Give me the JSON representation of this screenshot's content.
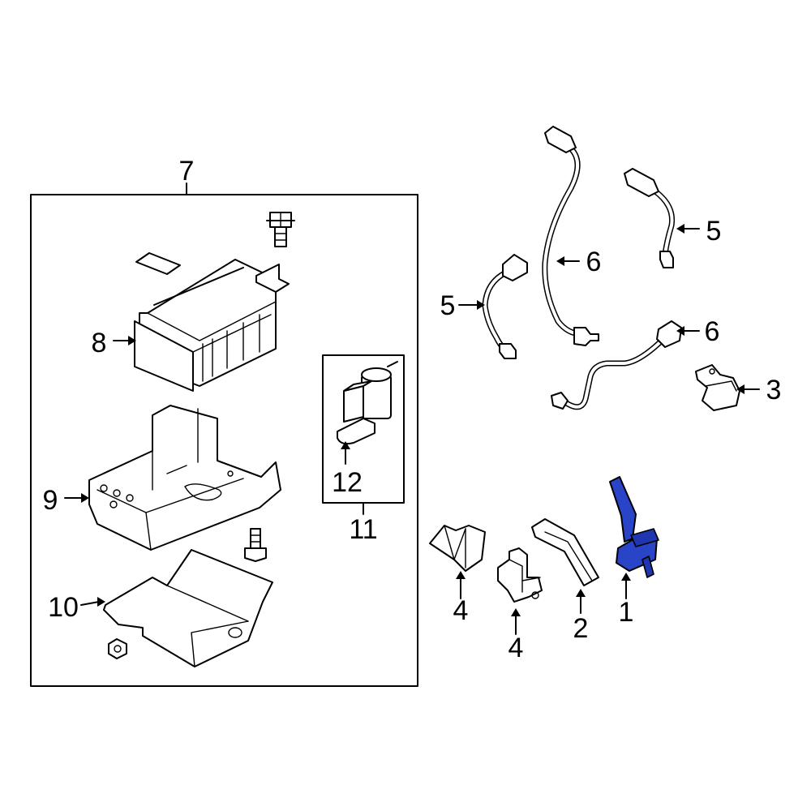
{
  "callouts": {
    "c1": "1",
    "c2": "2",
    "c3": "3",
    "c4a": "4",
    "c4b": "4",
    "c5a": "5",
    "c5b": "5",
    "c6a": "6",
    "c6b": "6",
    "c7": "7",
    "c8": "8",
    "c9": "9",
    "c10": "10",
    "c11": "11",
    "c12": "12"
  },
  "colors": {
    "highlight": "#2a44c8",
    "line": "#000000",
    "background": "#ffffff"
  }
}
